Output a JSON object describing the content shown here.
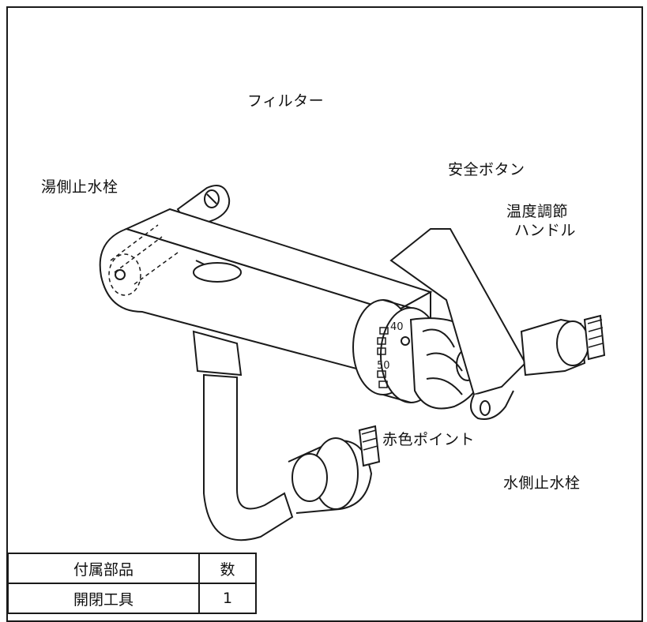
{
  "labels": {
    "filter": "フィルター",
    "safety_button": "安全ボタン",
    "hot_stop_valve": "湯側止水栓",
    "temp_handle_line1": "温度調節",
    "temp_handle_line2": "ハンドル",
    "red_point": "赤色ポイント",
    "cold_stop_valve": "水側止水栓"
  },
  "dial_marks": {
    "mark_40": "40",
    "mark_50": "50"
  },
  "parts_table": {
    "headers": [
      "付属部品",
      "数"
    ],
    "rows": [
      [
        "開閉工具",
        "1"
      ]
    ]
  },
  "colors": {
    "line": "#1a1a1a",
    "background": "#ffffff"
  }
}
